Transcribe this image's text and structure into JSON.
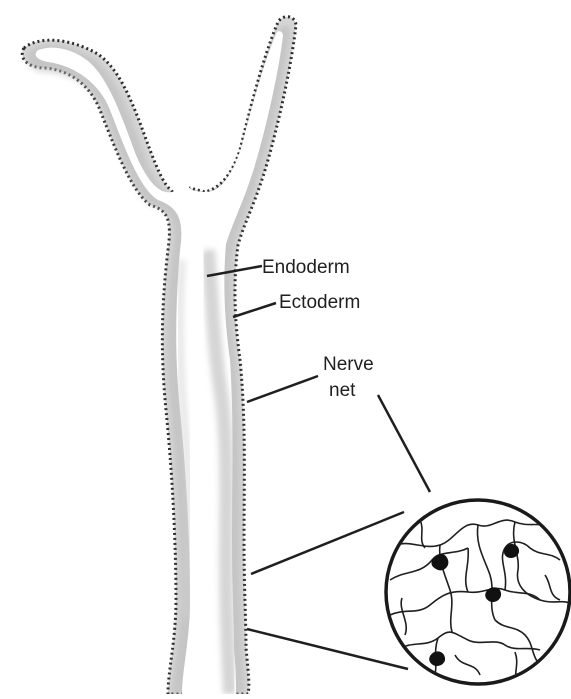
{
  "diagram": {
    "labels": {
      "endoderm": "Endoderm",
      "ectoderm": "Ectoderm",
      "nerve_net_line1": "Nerve",
      "nerve_net_line2": "net"
    }
  }
}
